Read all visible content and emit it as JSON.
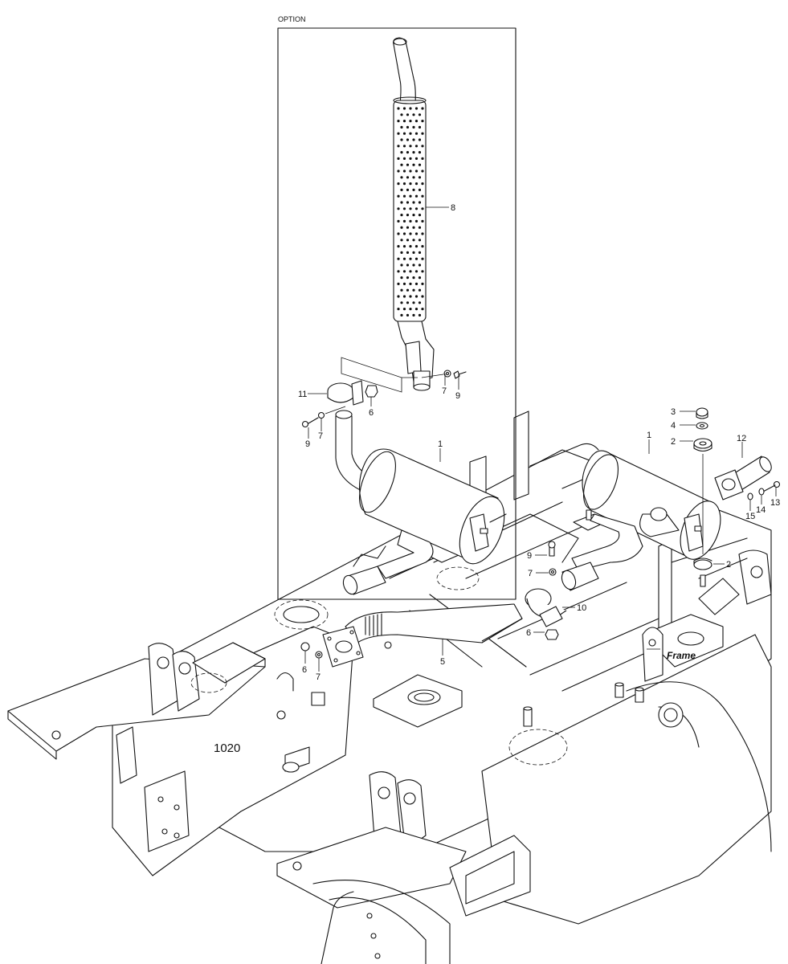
{
  "option_label": "OPTION",
  "group_number": "1020",
  "frame_label": "Frame",
  "callouts": {
    "p1_left": "1",
    "p1_right": "1",
    "p2_top": "2",
    "p2_bottom": "2",
    "p3": "3",
    "p4": "4",
    "p5": "5",
    "p6_option": "6",
    "p6_lower": "6",
    "p6_left": "6",
    "p7_pipe": "7",
    "p7_clamp": "7",
    "p7_mid": "7",
    "p7_left": "7",
    "p8": "8",
    "p9_pipe": "9",
    "p9_clamp": "9",
    "p9_mid": "9",
    "p10": "10",
    "p11": "11",
    "p12": "12",
    "p13": "13",
    "p14": "14",
    "p15": "15"
  }
}
